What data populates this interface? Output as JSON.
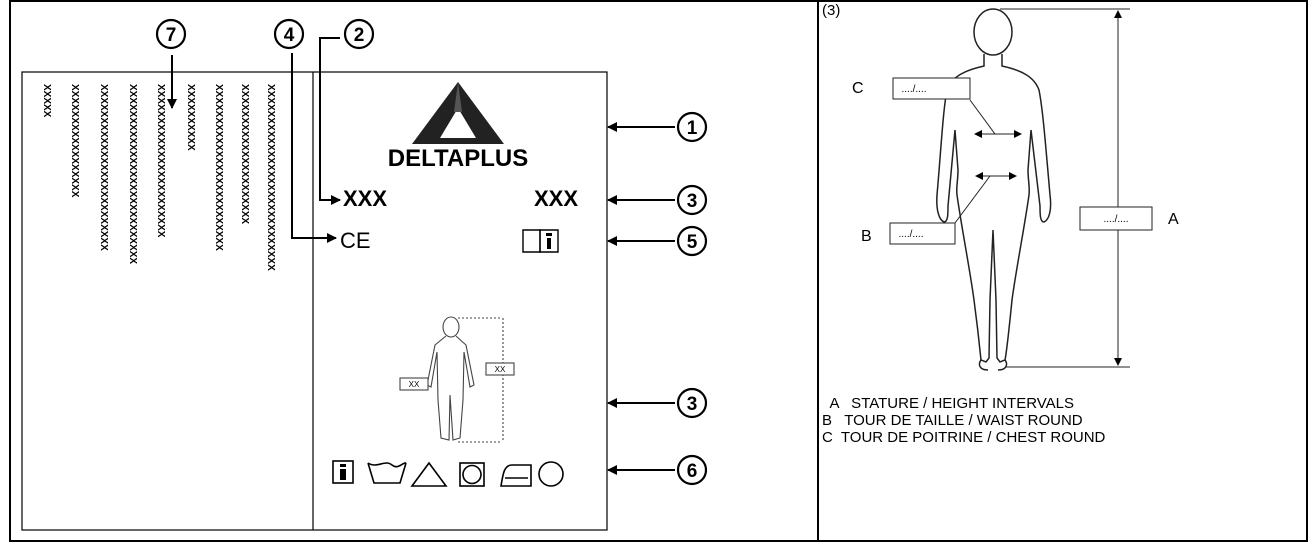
{
  "panel_label": "(3)",
  "brand": "DELTAPLUS",
  "size_code_left": "XXX",
  "size_code_right": "XXX",
  "ce_mark": "CE",
  "pictogram_size_box": "XX",
  "xxx_columns": [
    "XXXXX",
    "XXXXXXXXXXXXXXXXX",
    "XXXXXXXXXXXXXXXXXXXXXXXXX",
    "XXXXXXXXXXXXXXXXXXXXXXXXXXX",
    "XXXXXXXXXXXXXXXXXXXXXXX",
    "XXXXXXXXXX",
    "XXXXXXXXXXXXXXXXXXXXXXXXX",
    "XXXXXXXXXXXXXXXXXXXXX",
    "XXXXXXXXXXXXXXXXXXXXXXXXXXXX"
  ],
  "callouts": {
    "c1": "1",
    "c2": "2",
    "c3a": "3",
    "c3b": "3",
    "c4": "4",
    "c5": "5",
    "c6": "6",
    "c7": "7"
  },
  "measure": {
    "box_text": "..../....",
    "letter_a": "A",
    "letter_b": "B",
    "letter_c": "C"
  },
  "legend": {
    "a": "  A   STATURE / HEIGHT INTERVALS",
    "b": "B   TOUR DE TAILLE / WAIST ROUND",
    "c": "C  TOUR DE POITRINE / CHEST ROUND"
  }
}
